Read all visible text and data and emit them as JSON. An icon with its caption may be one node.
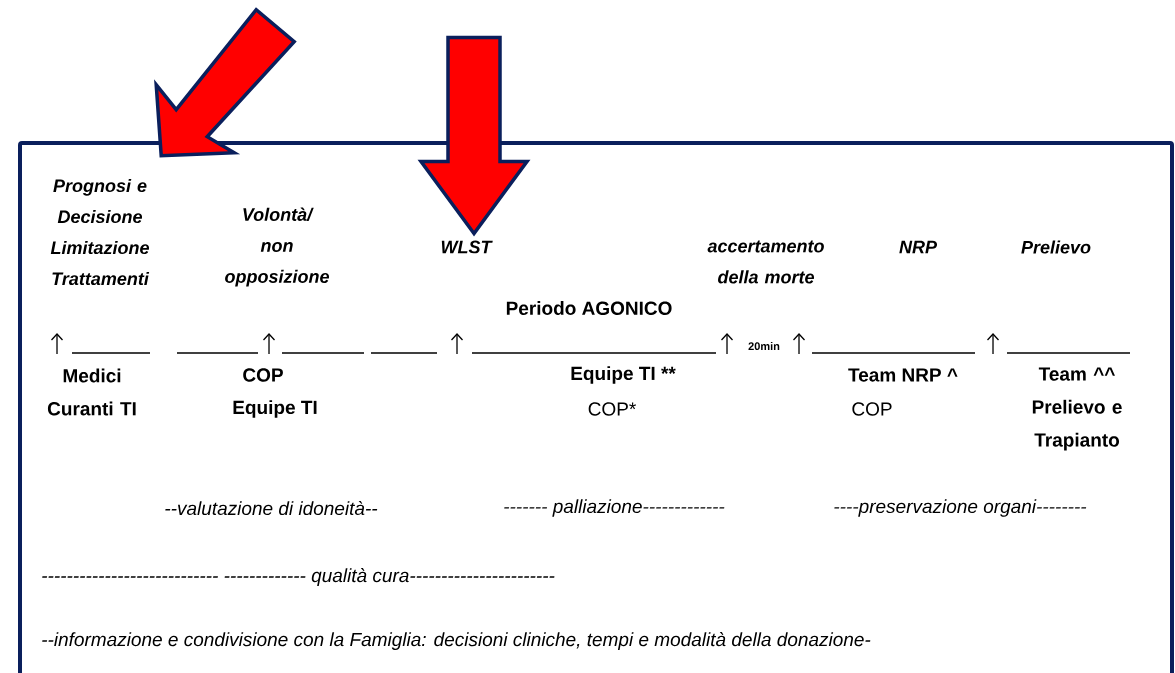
{
  "diagram": {
    "nodes": [
      {
        "text": [
          "Prognosi e Decisione Limitazione Trattamenti"
        ]
      },
      {
        "text": [
          "WLST"
        ]
      }
    ],
    "edges": [
      {
        "from": null,
        "to": 0,
        "arrow": "to"
      },
      {
        "from": null,
        "to": 1,
        "arrow": "to"
      }
    ],
    "labels": [
      "Volontà/ non opposizione",
      "accertamento della morte",
      "NRP",
      "Prelievo",
      "Periodo AGONICO",
      "20min",
      "Medici Curanti TI",
      "COP",
      "Equipe TI **",
      "Team NRP ^",
      "Team ^^ Prelievo e Trapianto",
      "Equipe TI",
      "COP*",
      "COP",
      "--valutazione di idoneità--",
      "------- palliazione-------------",
      "----preservazione organi--------",
      "---------------------------- ------------- qualità cura-----------------------",
      "--informazione e condivisione con la Famiglia: decisioni cliniche, tempi e modalità della donazione-"
    ]
  }
}
